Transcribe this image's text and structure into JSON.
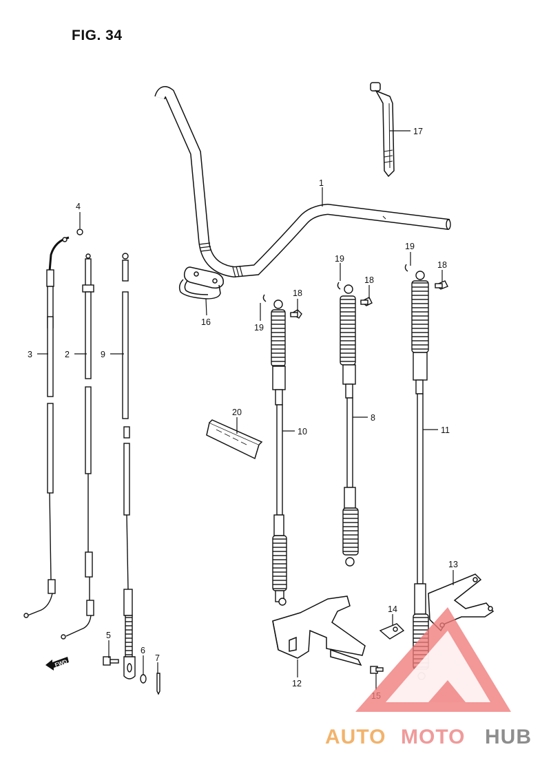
{
  "figure": {
    "title": "FIG. 34"
  },
  "parts": {
    "p1": "1",
    "p2": "2",
    "p3": "3",
    "p4": "4",
    "p5": "5",
    "p6": "6",
    "p7": "7",
    "p8": "8",
    "p9": "9",
    "p10": "10",
    "p11": "11",
    "p12": "12",
    "p13": "13",
    "p14": "14",
    "p15": "15",
    "p16": "16",
    "p17": "17",
    "p18a": "18",
    "p18b": "18",
    "p18c": "18",
    "p19a": "19",
    "p19b": "19",
    "p19c": "19",
    "p20": "20"
  },
  "direction_badge": "FWD",
  "watermark": {
    "part_a": "AUTO",
    "part_b": "MOTO",
    "part_c": "HUB"
  },
  "colors": {
    "line": "#111111",
    "watermark_triangle": "#f07a7a",
    "watermark_auto": "#f2b36b",
    "watermark_moto": "#f09a9a",
    "watermark_hub": "#8d8d8d"
  }
}
